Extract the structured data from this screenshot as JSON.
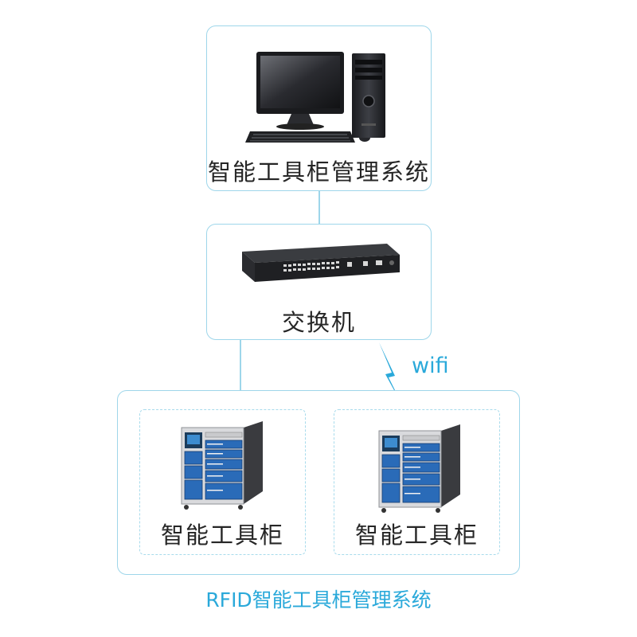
{
  "nodes": {
    "management_system": {
      "label": "智能工具柜管理系统"
    },
    "switch": {
      "label": "交换机"
    },
    "cabinet_left": {
      "label": "智能工具柜"
    },
    "cabinet_right": {
      "label": "智能工具柜"
    }
  },
  "wifi_label": "wifi",
  "caption": "RFID智能工具柜管理系统",
  "colors": {
    "accent": "#2aa9da",
    "border": "#9ed6ea",
    "drawer": "#2a6bb8"
  },
  "icons": [
    "desktop-computer-icon",
    "network-switch-icon",
    "wifi-bolt-icon",
    "tool-cabinet-icon"
  ]
}
